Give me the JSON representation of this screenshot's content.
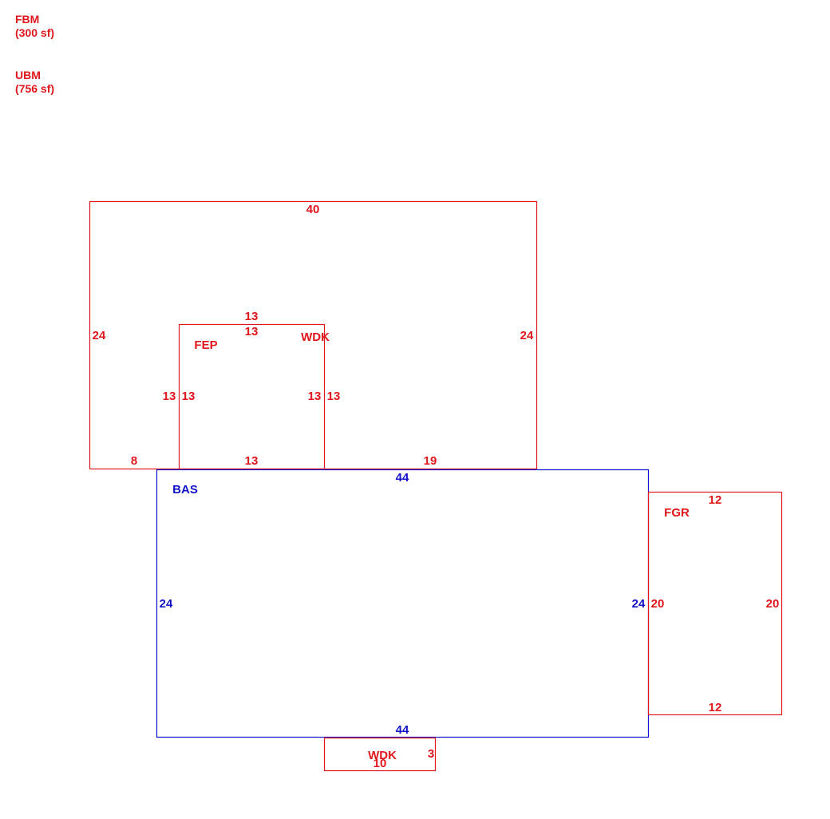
{
  "colors": {
    "red": "#e0161b",
    "blue": "#1010c8"
  },
  "legend": [
    {
      "code": "FBM",
      "area": "(300 sf)"
    },
    {
      "code": "UBM",
      "area": "(756 sf)"
    }
  ],
  "areas": {
    "upper": {
      "label": "",
      "dims": {
        "top": "40",
        "left": "24",
        "right": "24",
        "bottom_left": "8",
        "bottom_right": "19"
      }
    },
    "fep": {
      "label": "FEP",
      "dims": {
        "top": "13",
        "left": "13",
        "right": "13",
        "bottom": "13"
      }
    },
    "wdk_upper": {
      "label": "WDK",
      "dims": {
        "top": "13",
        "left": "13",
        "right": "13"
      }
    },
    "bas": {
      "label": "BAS",
      "dims": {
        "top": "44",
        "bottom": "44",
        "left": "24",
        "right": "24"
      }
    },
    "fgr": {
      "label": "FGR",
      "dims": {
        "top": "12",
        "bottom": "12",
        "left": "20",
        "right": "20"
      }
    },
    "wdk_lower": {
      "label": "WDK",
      "dims": {
        "bottom": "10",
        "right": "3"
      }
    }
  }
}
